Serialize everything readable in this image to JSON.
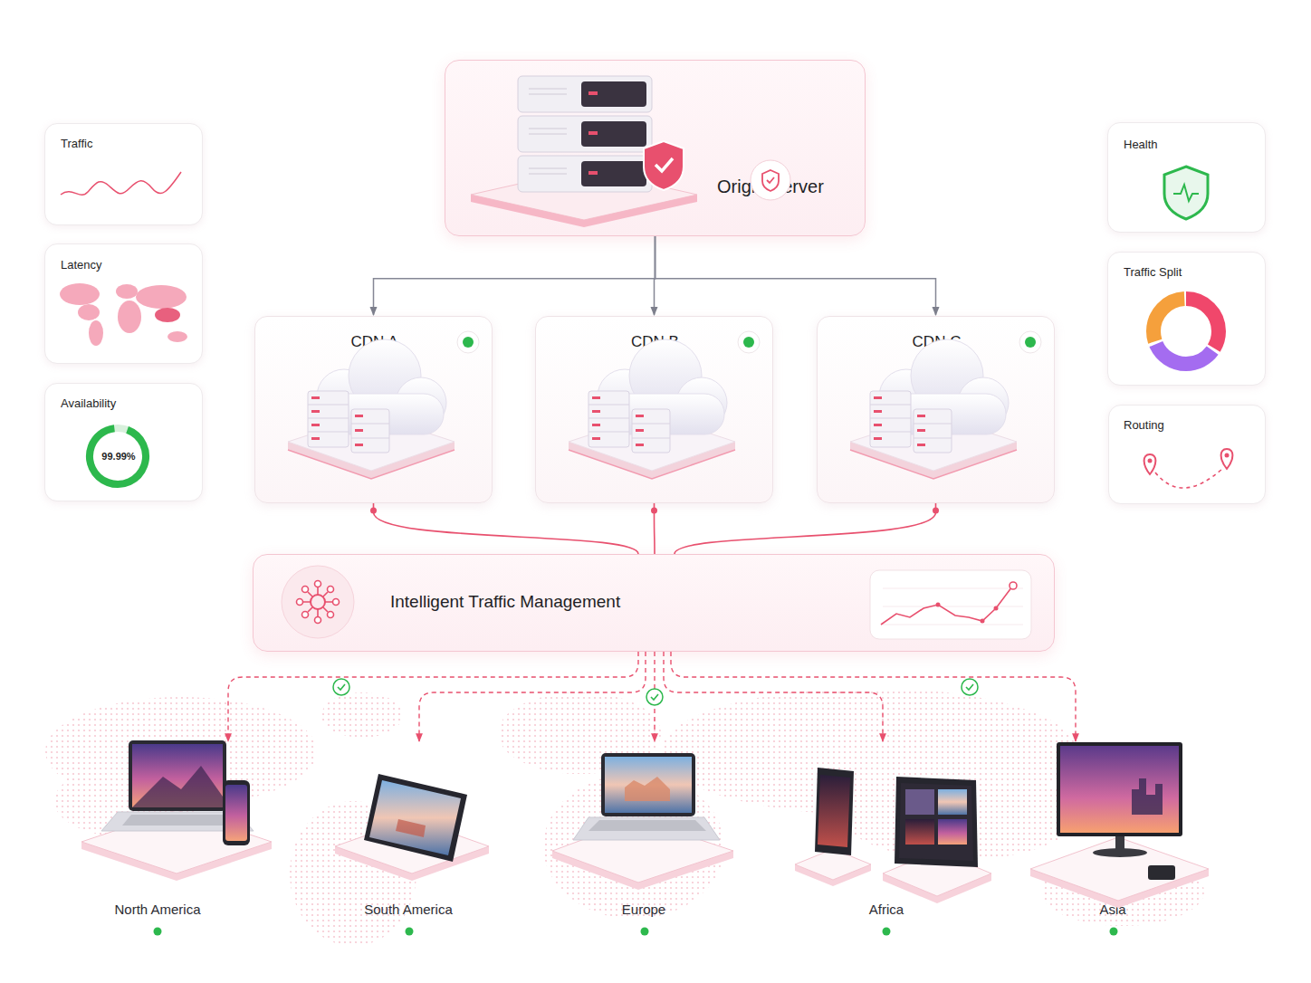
{
  "diagram": {
    "nodes": [
      {
        "text": [
          "Origin Server"
        ]
      },
      {
        "text": [
          "Traffic"
        ]
      },
      {
        "text": [
          "Latency"
        ]
      },
      {
        "text": [
          "Availability",
          "99.99%"
        ]
      },
      {
        "text": [
          "Health"
        ]
      },
      {
        "text": [
          "Traffic Split"
        ]
      },
      {
        "text": [
          "Routing"
        ]
      },
      {
        "text": [
          "CDN A"
        ]
      },
      {
        "text": [
          "CDN B"
        ]
      },
      {
        "text": [
          "CDN C"
        ]
      },
      {
        "text": [
          "Intelligent Traffic Management"
        ]
      },
      {
        "text": [
          "North America"
        ]
      },
      {
        "text": [
          "South America"
        ]
      },
      {
        "text": [
          "Europe"
        ]
      },
      {
        "text": [
          "Africa"
        ]
      },
      {
        "text": [
          "Asia"
        ]
      }
    ],
    "edges": [
      {
        "from": 0,
        "to": 7,
        "arrow": "to"
      },
      {
        "from": 0,
        "to": 8,
        "arrow": "to"
      },
      {
        "from": 0,
        "to": 9,
        "arrow": "to"
      },
      {
        "from": 7,
        "to": 10,
        "arrow": "none"
      },
      {
        "from": 8,
        "to": 10,
        "arrow": "none"
      },
      {
        "from": 9,
        "to": 10,
        "arrow": "none"
      },
      {
        "from": 10,
        "to": 11,
        "arrow": "to"
      },
      {
        "from": 10,
        "to": 12,
        "arrow": "to"
      },
      {
        "from": 10,
        "to": 13,
        "arrow": "to"
      },
      {
        "from": 10,
        "to": 14,
        "arrow": "to"
      },
      {
        "from": 10,
        "to": 15,
        "arrow": "to"
      }
    ]
  }
}
